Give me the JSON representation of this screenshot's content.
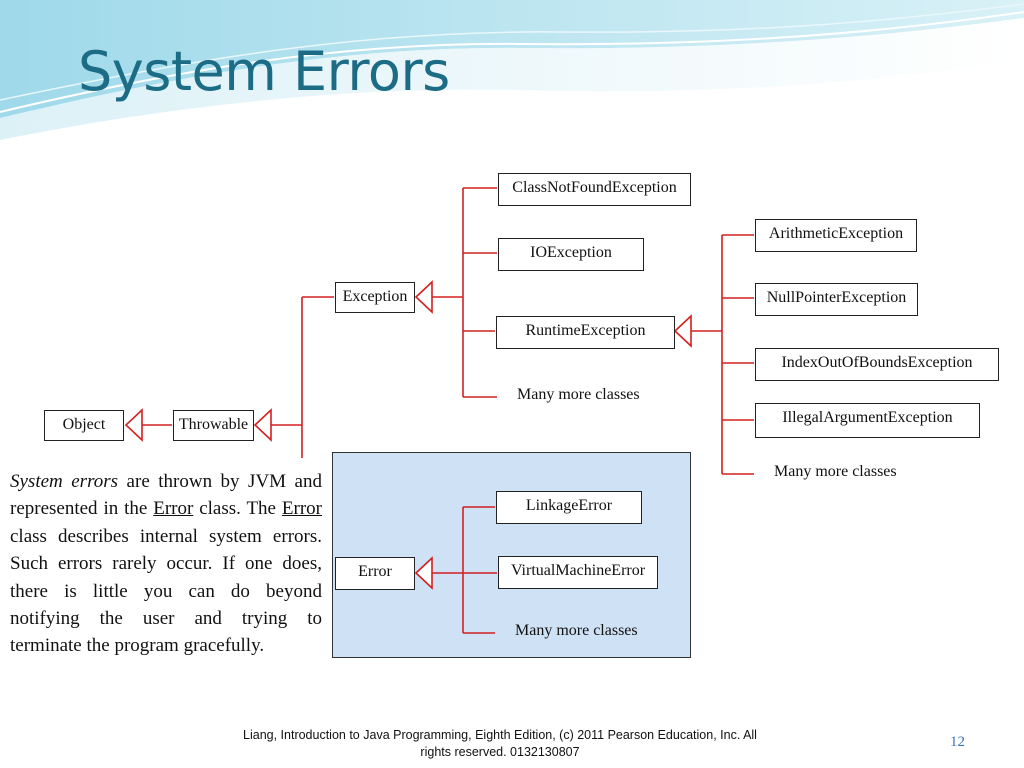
{
  "slide": {
    "title": "System Errors",
    "page_number": "12",
    "footer_line1": "Liang, Introduction to Java Programming, Eighth Edition, (c) 2011 Pearson Education, Inc. All",
    "footer_line2": "rights reserved. 0132130807"
  },
  "description": {
    "term": "System errors",
    "part1": " are thrown by JVM and represented in the ",
    "class1": "Error",
    "part2": " class. The ",
    "class2": "Error",
    "part3": " class describes internal system errors. Such errors rarely occur. If one does, there is little you can do beyond notifying the user and trying to terminate the program gracefully."
  },
  "diagram": {
    "object": "Object",
    "throwable": "Throwable",
    "exception": "Exception",
    "class_not_found": "ClassNotFoundException",
    "io_exception": "IOException",
    "runtime_exception": "RuntimeException",
    "many_more_exception": "Many more classes",
    "arithmetic": "ArithmeticException",
    "null_pointer": "NullPointerException",
    "index_out_of_bounds": "IndexOutOfBoundsException",
    "illegal_argument": "IllegalArgumentException",
    "many_more_runtime": "Many more classes",
    "error": "Error",
    "linkage_error": "LinkageError",
    "virtual_machine_error": "VirtualMachineError",
    "many_more_error": "Many more classes"
  },
  "colors": {
    "title": "#1d6c86",
    "connector": "#d42020",
    "error_panel": "#cfe1f5",
    "page_number": "#3b73b9"
  }
}
